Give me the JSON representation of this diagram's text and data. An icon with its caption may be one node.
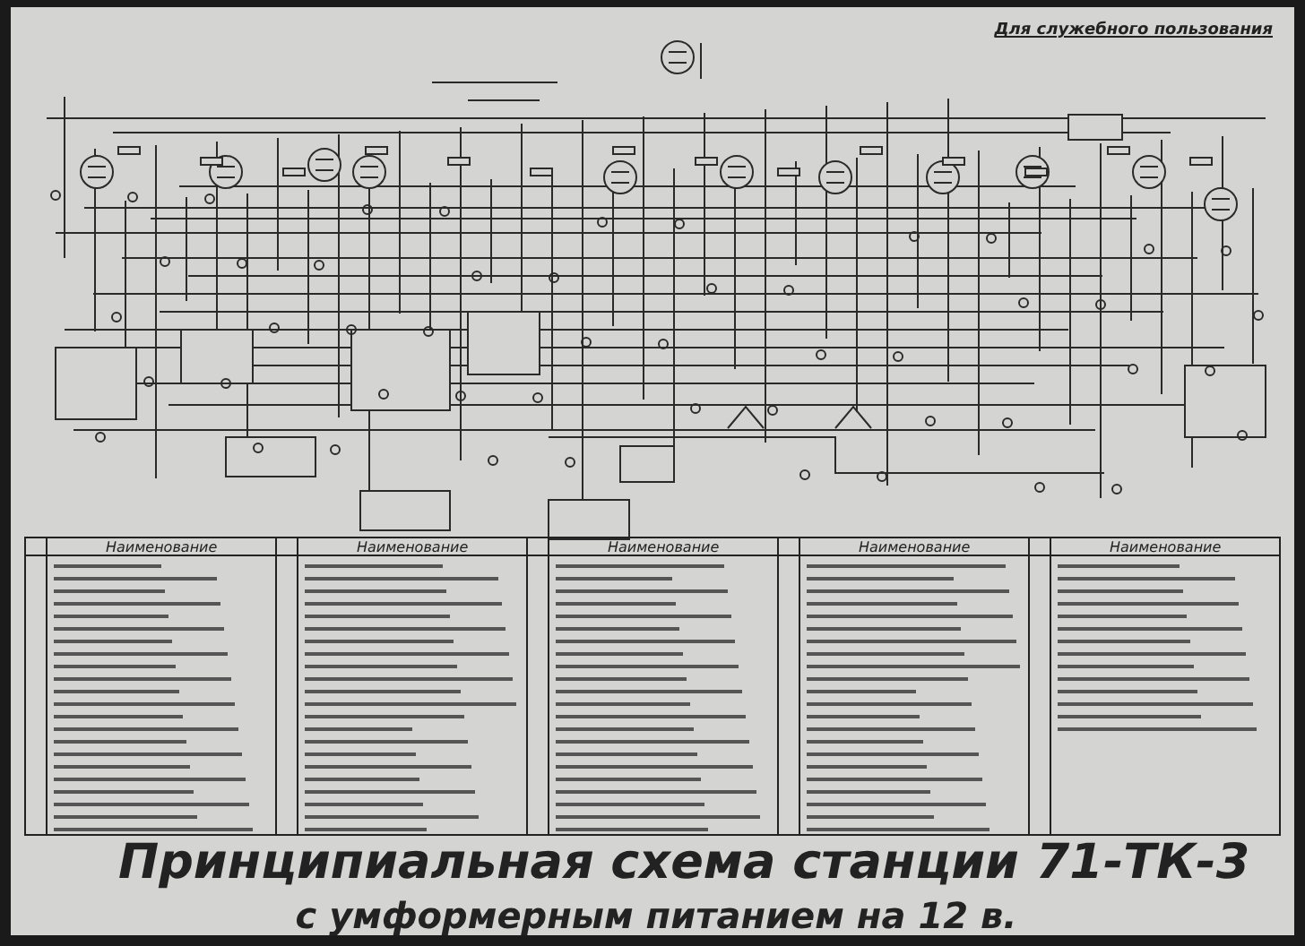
{
  "diagram": {
    "title": "Принципиальная схема станции 71-ТК-3",
    "caption": "с умформерным питанием на 12 в.",
    "labels": [
      "Для служебного пользования",
      "Наименование",
      "Наименование",
      "Наименование",
      "Наименование",
      "Наименование"
    ]
  }
}
